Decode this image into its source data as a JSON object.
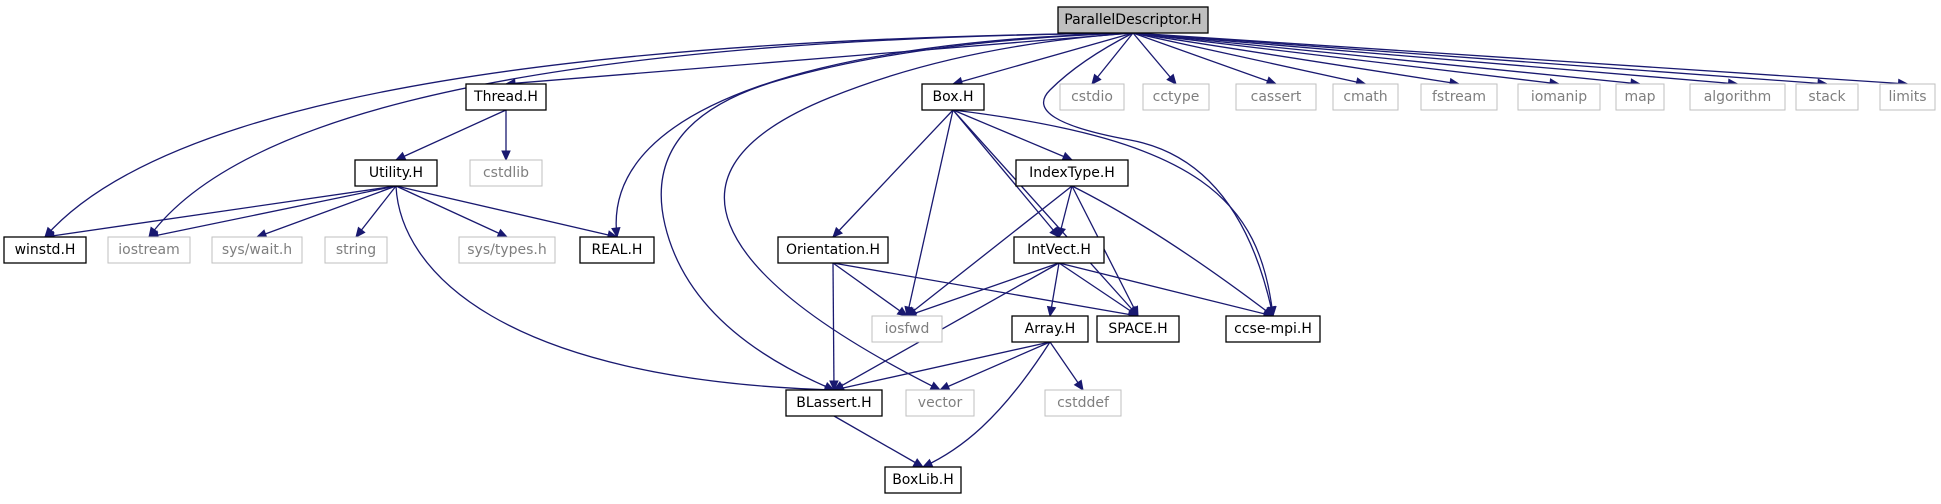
{
  "graph": {
    "nodes": [
      {
        "id": "ParallelDescriptor",
        "label": "ParallelDescriptor.H",
        "kind": "root"
      },
      {
        "id": "Thread",
        "label": "Thread.H",
        "kind": "local"
      },
      {
        "id": "Box",
        "label": "Box.H",
        "kind": "local"
      },
      {
        "id": "cstdio",
        "label": "cstdio",
        "kind": "system"
      },
      {
        "id": "cctype",
        "label": "cctype",
        "kind": "system"
      },
      {
        "id": "cassert",
        "label": "cassert",
        "kind": "system"
      },
      {
        "id": "cmath",
        "label": "cmath",
        "kind": "system"
      },
      {
        "id": "fstream",
        "label": "fstream",
        "kind": "system"
      },
      {
        "id": "iomanip",
        "label": "iomanip",
        "kind": "system"
      },
      {
        "id": "map",
        "label": "map",
        "kind": "system"
      },
      {
        "id": "algorithm",
        "label": "algorithm",
        "kind": "system"
      },
      {
        "id": "stack",
        "label": "stack",
        "kind": "system"
      },
      {
        "id": "limits",
        "label": "limits",
        "kind": "system"
      },
      {
        "id": "Utility",
        "label": "Utility.H",
        "kind": "local"
      },
      {
        "id": "cstdlib",
        "label": "cstdlib",
        "kind": "system"
      },
      {
        "id": "IndexType",
        "label": "IndexType.H",
        "kind": "local"
      },
      {
        "id": "winstd",
        "label": "winstd.H",
        "kind": "local"
      },
      {
        "id": "iostream",
        "label": "iostream",
        "kind": "system"
      },
      {
        "id": "syswait",
        "label": "sys/wait.h",
        "kind": "system"
      },
      {
        "id": "string",
        "label": "string",
        "kind": "system"
      },
      {
        "id": "systypes",
        "label": "sys/types.h",
        "kind": "system"
      },
      {
        "id": "REAL",
        "label": "REAL.H",
        "kind": "local"
      },
      {
        "id": "Orientation",
        "label": "Orientation.H",
        "kind": "local"
      },
      {
        "id": "IntVect",
        "label": "IntVect.H",
        "kind": "local"
      },
      {
        "id": "iosfwd",
        "label": "iosfwd",
        "kind": "system"
      },
      {
        "id": "SPACE",
        "label": "SPACE.H",
        "kind": "local"
      },
      {
        "id": "ccsempi",
        "label": "ccse-mpi.H",
        "kind": "local"
      },
      {
        "id": "ArrayH",
        "label": "Array.H",
        "kind": "local"
      },
      {
        "id": "BLassert",
        "label": "BLassert.H",
        "kind": "local"
      },
      {
        "id": "vector",
        "label": "vector",
        "kind": "system"
      },
      {
        "id": "cstddef",
        "label": "cstddef",
        "kind": "system"
      },
      {
        "id": "BoxLib",
        "label": "BoxLib.H",
        "kind": "local"
      }
    ],
    "edges": [
      {
        "from": "ParallelDescriptor",
        "to": "winstd"
      },
      {
        "from": "ParallelDescriptor",
        "to": "iostream"
      },
      {
        "from": "ParallelDescriptor",
        "to": "Thread"
      },
      {
        "from": "ParallelDescriptor",
        "to": "REAL"
      },
      {
        "from": "ParallelDescriptor",
        "to": "BLassert"
      },
      {
        "from": "ParallelDescriptor",
        "to": "vector"
      },
      {
        "from": "ParallelDescriptor",
        "to": "Box"
      },
      {
        "from": "ParallelDescriptor",
        "to": "ccsempi"
      },
      {
        "from": "ParallelDescriptor",
        "to": "cstdio"
      },
      {
        "from": "ParallelDescriptor",
        "to": "cctype"
      },
      {
        "from": "ParallelDescriptor",
        "to": "cassert"
      },
      {
        "from": "ParallelDescriptor",
        "to": "cmath"
      },
      {
        "from": "ParallelDescriptor",
        "to": "fstream"
      },
      {
        "from": "ParallelDescriptor",
        "to": "iomanip"
      },
      {
        "from": "ParallelDescriptor",
        "to": "map"
      },
      {
        "from": "ParallelDescriptor",
        "to": "algorithm"
      },
      {
        "from": "ParallelDescriptor",
        "to": "stack"
      },
      {
        "from": "ParallelDescriptor",
        "to": "limits"
      },
      {
        "from": "Thread",
        "to": "Utility"
      },
      {
        "from": "Thread",
        "to": "cstdlib"
      },
      {
        "from": "Utility",
        "to": "winstd"
      },
      {
        "from": "Utility",
        "to": "iostream"
      },
      {
        "from": "Utility",
        "to": "syswait"
      },
      {
        "from": "Utility",
        "to": "string"
      },
      {
        "from": "Utility",
        "to": "systypes"
      },
      {
        "from": "Utility",
        "to": "REAL"
      },
      {
        "from": "Utility",
        "to": "BLassert"
      },
      {
        "from": "Box",
        "to": "IndexType"
      },
      {
        "from": "Box",
        "to": "Orientation"
      },
      {
        "from": "Box",
        "to": "iosfwd"
      },
      {
        "from": "Box",
        "to": "IntVect"
      },
      {
        "from": "Box",
        "to": "SPACE"
      },
      {
        "from": "Box",
        "to": "ccsempi"
      },
      {
        "from": "IndexType",
        "to": "iosfwd"
      },
      {
        "from": "IndexType",
        "to": "IntVect"
      },
      {
        "from": "IndexType",
        "to": "SPACE"
      },
      {
        "from": "IndexType",
        "to": "ccsempi"
      },
      {
        "from": "Orientation",
        "to": "iosfwd"
      },
      {
        "from": "Orientation",
        "to": "BLassert"
      },
      {
        "from": "Orientation",
        "to": "SPACE"
      },
      {
        "from": "IntVect",
        "to": "iosfwd"
      },
      {
        "from": "IntVect",
        "to": "SPACE"
      },
      {
        "from": "IntVect",
        "to": "ccsempi"
      },
      {
        "from": "IntVect",
        "to": "ArrayH"
      },
      {
        "from": "IntVect",
        "to": "BLassert"
      },
      {
        "from": "ArrayH",
        "to": "BLassert"
      },
      {
        "from": "ArrayH",
        "to": "vector"
      },
      {
        "from": "ArrayH",
        "to": "cstddef"
      },
      {
        "from": "ArrayH",
        "to": "BoxLib"
      },
      {
        "from": "BLassert",
        "to": "BoxLib"
      }
    ]
  }
}
